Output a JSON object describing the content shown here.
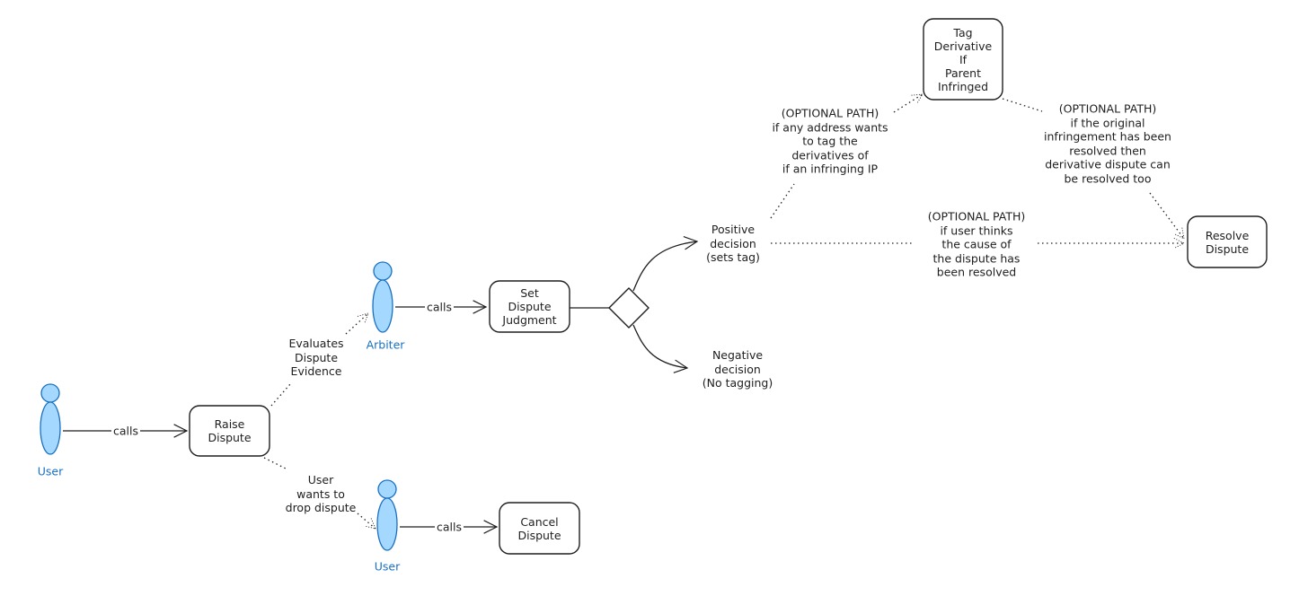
{
  "actors": {
    "user_main": "User",
    "arbiter": "Arbiter",
    "user_cancel": "User"
  },
  "boxes": {
    "raise": [
      "Raise",
      "Dispute"
    ],
    "set_judgment": [
      "Set",
      "Dispute",
      "Judgment"
    ],
    "cancel": [
      "Cancel",
      "Dispute"
    ],
    "tag_derivative": [
      "Tag",
      "Derivative",
      "If",
      "Parent",
      "Infringed"
    ],
    "resolve": [
      "Resolve",
      "Dispute"
    ]
  },
  "edges": {
    "user_calls_raise": "calls",
    "arbiter_calls_set": "calls",
    "user_calls_cancel": "calls"
  },
  "notes": {
    "evaluates": [
      "Evaluates",
      "Dispute",
      "Evidence"
    ],
    "drop": [
      "User",
      "wants to",
      "drop dispute"
    ],
    "positive": [
      "Positive",
      "decision",
      "(sets tag)"
    ],
    "negative": [
      "Negative",
      "decision",
      "(No tagging)"
    ],
    "optional_tag": [
      "(OPTIONAL PATH)",
      "if any address wants",
      "to tag the",
      "derivatives of",
      "if an infringing IP"
    ],
    "optional_resolve_derivative": [
      "(OPTIONAL PATH)",
      "if the original",
      "infringement has been",
      "resolved then",
      "derivative dispute can",
      "be resolved too"
    ],
    "optional_resolve": [
      "(OPTIONAL PATH)",
      "if user thinks",
      "the cause of",
      "the dispute has",
      "been resolved"
    ]
  },
  "colors": {
    "actor_fill": "#a5d8ff",
    "actor_stroke": "#1971c2",
    "stroke": "#1e1e1e"
  }
}
